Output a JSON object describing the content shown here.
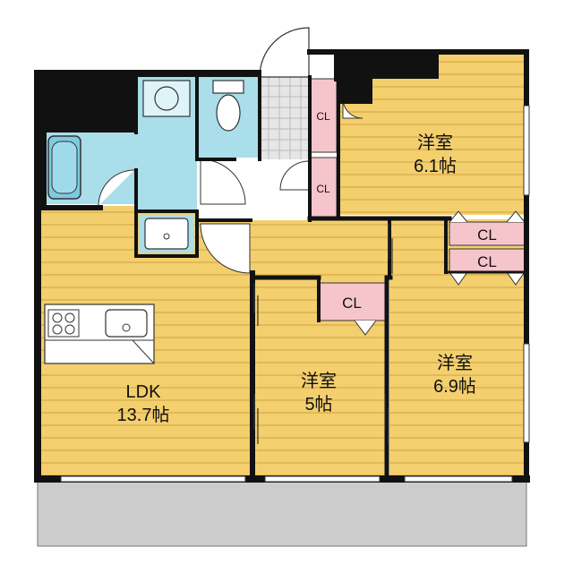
{
  "rooms": {
    "western_room_1": {
      "name": "洋室",
      "size": "6.1帖"
    },
    "western_room_2": {
      "name": "洋室",
      "size": "5帖"
    },
    "western_room_3": {
      "name": "洋室",
      "size": "6.9帖"
    },
    "ldk": {
      "name": "LDK",
      "size": "13.7帖"
    }
  },
  "closets": {
    "entry_closet_upper": "CL",
    "entry_closet_lower": "CL",
    "room3_closet_upper": "CL",
    "room3_closet_lower": "CL",
    "room2_closet": "CL"
  },
  "colors": {
    "wood_floor": "#F3CF6E",
    "wood_stripe": "#E2B957",
    "wet_area": "#A9DEEA",
    "closet": "#F6C5CC",
    "tile": "#E6E6E6",
    "balcony": "#CCCCCC",
    "wall": "#111111"
  }
}
